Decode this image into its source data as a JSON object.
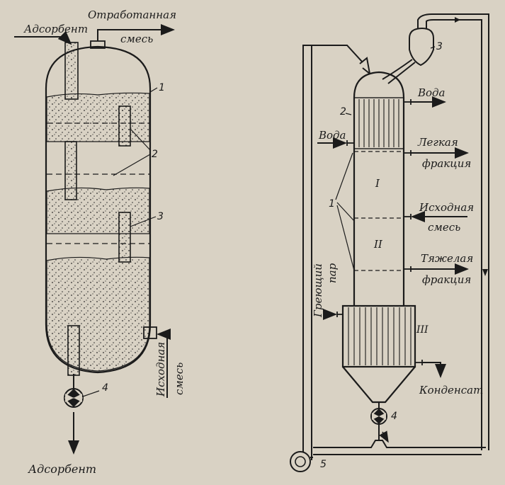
{
  "left": {
    "adsorbent_in": "Адсорбент",
    "spent_mix_1": "Отработанная",
    "spent_mix_2": "смесь",
    "feed_1": "Исходная",
    "feed_2": "смесь",
    "adsorbent_out": "Адсорбент",
    "n1": "1",
    "n2": "2",
    "n3": "3",
    "n4": "4"
  },
  "right": {
    "water_top": "Вода",
    "water_in": "Вода",
    "light_1": "Легкая",
    "light_2": "фракция",
    "feed_1": "Исходная",
    "feed_2": "смесь",
    "heavy_1": "Тяжелая",
    "heavy_2": "фракция",
    "steam_1": "Греющий",
    "steam_2": "пар",
    "condensate": "Конденсат",
    "zone1": "I",
    "zone2": "II",
    "zone3": "III",
    "n1": "1",
    "n2": "2",
    "n3": "3",
    "n4": "4",
    "n5": "5"
  },
  "colors": {
    "ink": "#1b1b1b",
    "paper": "#d9d2c4"
  }
}
